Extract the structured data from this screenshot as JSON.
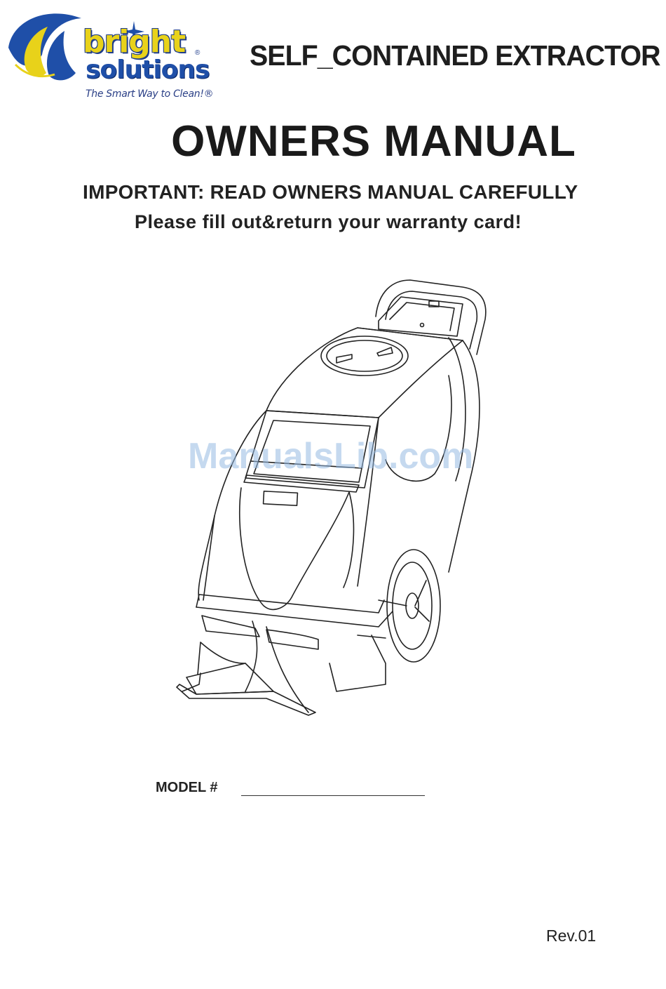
{
  "logo": {
    "word_1": "bright",
    "word_2": "solutions",
    "registered_mark": "®",
    "tagline": "The Smart Way to Clean!®",
    "colors": {
      "blue": "#1f4fa8",
      "yellow": "#e8d21a",
      "navy": "#1f3d8c"
    }
  },
  "header": {
    "title": "SELF_CONTAINED EXTRACTOR"
  },
  "main": {
    "title": "OWNERS MANUAL",
    "notice": "IMPORTANT: READ OWNERS MANUAL CAREFULLY",
    "warranty_note": "Please fill out&return your warranty card!"
  },
  "illustration": {
    "subject": "self-contained carpet extractor line drawing"
  },
  "watermark": "ManualsLib.com",
  "model": {
    "label": "MODEL #",
    "value": ""
  },
  "footer": {
    "revision": "Rev.01"
  }
}
